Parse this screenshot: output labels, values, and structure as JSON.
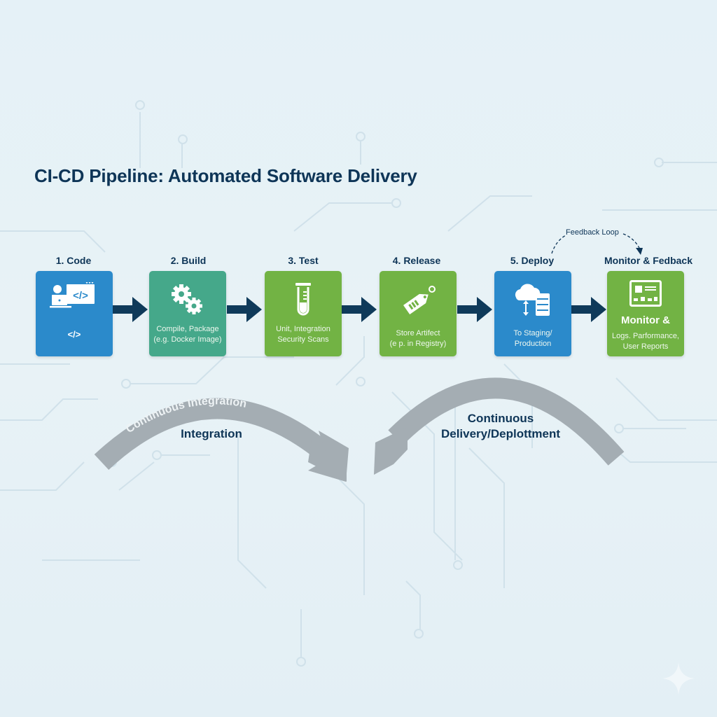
{
  "title": "CI-CD Pipeline: Automated Software Delivery",
  "colors": {
    "title_text": "#0e3557",
    "code_box": "#2b8acb",
    "build_box": "#45a88a",
    "test_box": "#72b344",
    "release_box": "#72b344",
    "deploy_box": "#2b8acb",
    "monitor_box": "#72b344",
    "connector_arrow": "#0f3a5a",
    "arc_arrow": "#a4adb3",
    "background": "#e6f1f6"
  },
  "stages": [
    {
      "label": "1. Code",
      "icon": "developer-code-icon",
      "desc": "",
      "sub_icon": "code-brackets-icon"
    },
    {
      "label": "2. Build",
      "icon": "gears-icon",
      "desc_lines": [
        "Compile, Package",
        "(e.g. Docker Image)"
      ]
    },
    {
      "label": "3. Test",
      "icon": "test-tube-icon",
      "desc_lines": [
        "Unit, Integration",
        "Security Scans"
      ]
    },
    {
      "label": "4. Release",
      "icon": "tag-icon",
      "desc_lines": [
        "Store Artifect",
        "(e p. in Registry)"
      ]
    },
    {
      "label": "5. Deploy",
      "icon": "cloud-server-icon",
      "desc_lines": [
        "To Staging/",
        "Production"
      ]
    },
    {
      "label": "Monitor & Fedback",
      "icon": "dashboard-icon",
      "heading": "Monitor &",
      "desc_lines": [
        "Logs. Parformance,",
        "User Reports"
      ]
    }
  ],
  "feedback_loop": "Feedback Loop",
  "ci_arc": {
    "curved_label": "Continuous Integration",
    "label": "Integration"
  },
  "cd_arc": {
    "label_line1": "Continuous",
    "label_line2": "Delivery/Deplottment"
  }
}
